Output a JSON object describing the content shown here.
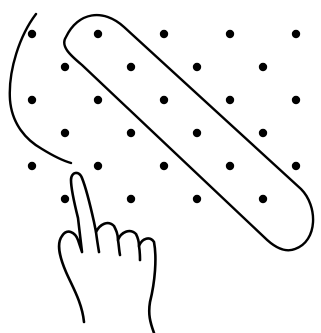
{
  "figure": {
    "ink_color": "#000000",
    "background_color": "#ffffff",
    "dot_grid": {
      "rows": 6,
      "row_pattern": [
        {
          "offset": 0,
          "count": 5
        },
        {
          "offset": 1,
          "count": 4
        },
        {
          "offset": 0,
          "count": 5
        },
        {
          "offset": 1,
          "count": 4
        },
        {
          "offset": 0,
          "count": 5
        },
        {
          "offset": 1,
          "count": 4
        }
      ],
      "dot_count": 27
    },
    "icons": {
      "diagonal_loop": "elongated-loop-diagonal",
      "curved_stroke": "curved-pen-stroke",
      "hand": "pointing-hand-icon"
    }
  }
}
